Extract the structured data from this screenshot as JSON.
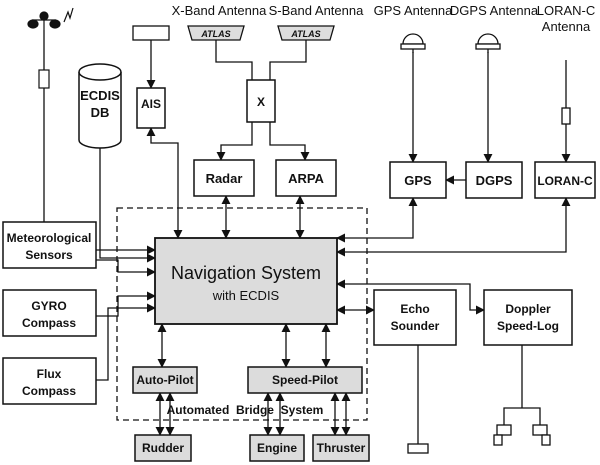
{
  "antennas": {
    "x_band": "X-Band Antenna",
    "s_band": "S-Band Antenna",
    "atlas_brand": "ATLAS",
    "gps": "GPS Antenna",
    "dgps": "DGPS Antenna",
    "loran_line1": "LORAN-C",
    "loran_line2": "Antenna"
  },
  "blocks": {
    "ecdis_db_line1": "ECDIS",
    "ecdis_db_line2": "DB",
    "ais": "AIS",
    "switch": "X",
    "radar": "Radar",
    "arpa": "ARPA",
    "gps": "GPS",
    "dgps": "DGPS",
    "loran": "LORAN-C",
    "met_line1": "Meteorological",
    "met_line2": "Sensors",
    "gyro_line1": "GYRO",
    "gyro_line2": "Compass",
    "flux_line1": "Flux",
    "flux_line2": "Compass",
    "nav_line1": "Navigation System",
    "nav_line2": "with ECDIS",
    "echo_line1": "Echo",
    "echo_line2": "Sounder",
    "doppler_line1": "Doppler",
    "doppler_line2": "Speed-Log",
    "autopilot": "Auto-Pilot",
    "speedpilot": "Speed-Pilot",
    "rudder": "Rudder",
    "engine": "Engine",
    "thruster": "Thruster"
  },
  "region_label": "Automated  Bridge  System",
  "colors": {
    "shade": "#dcdcdc",
    "line": "#111111"
  }
}
